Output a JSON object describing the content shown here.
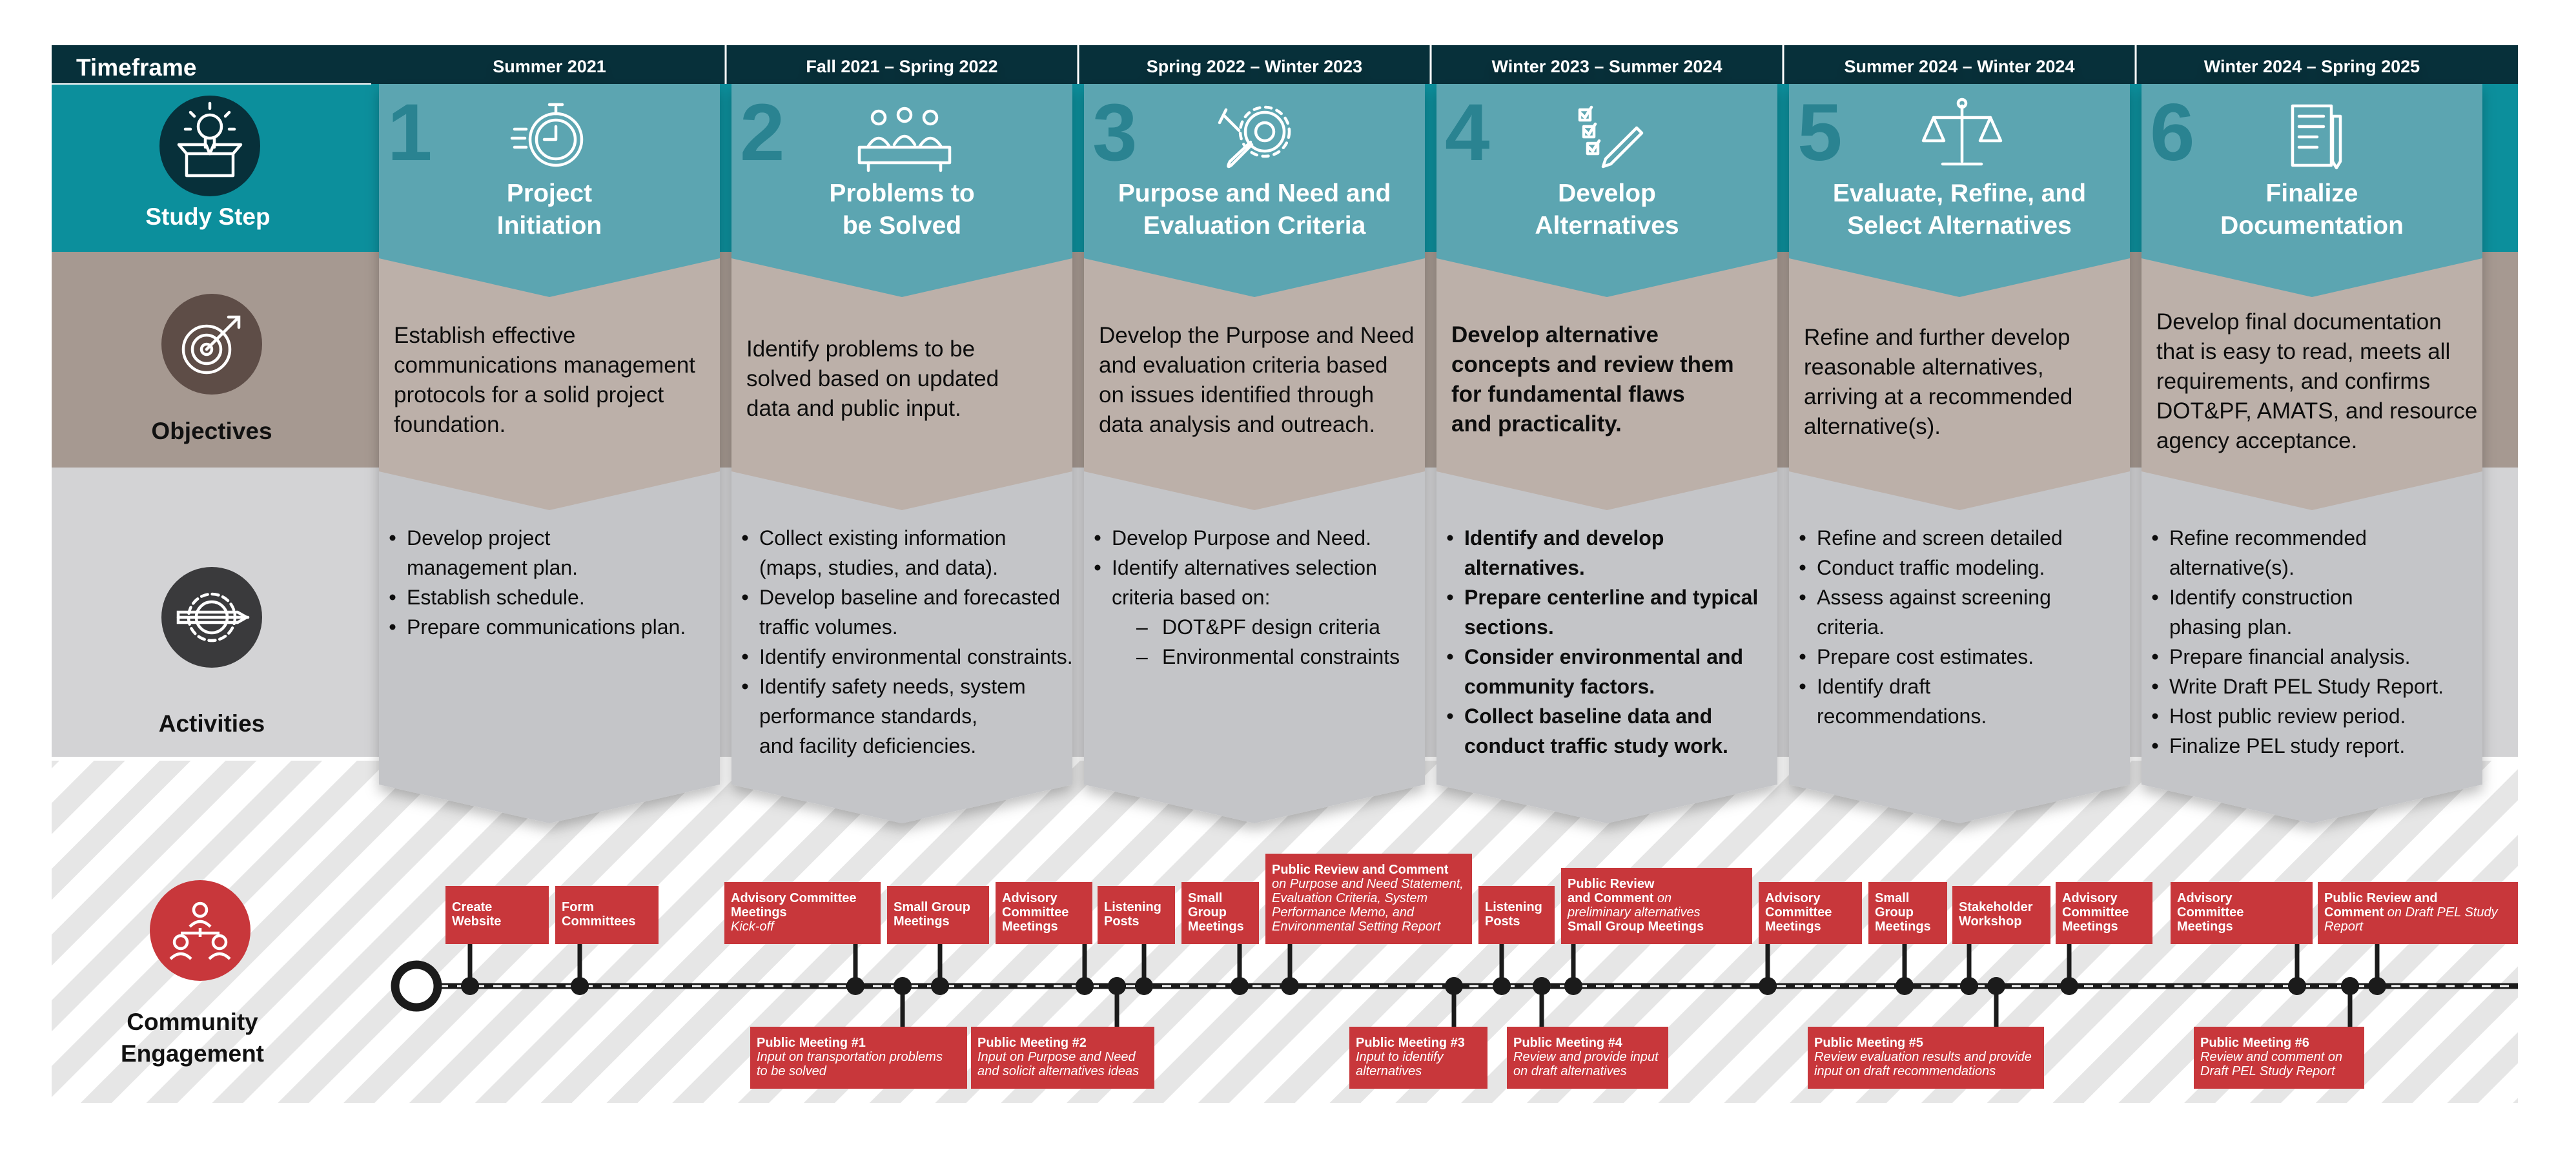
{
  "colors": {
    "header_dark": "#07303a",
    "teal_band": "#0c8f9c",
    "step_panel": "#5ba5b1",
    "step_numeral": "#2c8391",
    "taupe_band": "#a69991",
    "objective_panel": "#bcb0a9",
    "grey_band": "#d3d3d5",
    "activity_panel": "#c4c5c8",
    "icon_dark_teal": "#07303a",
    "icon_brown": "#5e4d47",
    "icon_grey": "#3a3a3c",
    "engagement_red": "#c8373b",
    "timeline_black": "#1b1b1b"
  },
  "row_headers": {
    "timeframe": "Timeframe",
    "study_step": "Study Step",
    "objectives": "Objectives",
    "activities": "Activities",
    "community_line1": "Community",
    "community_line2": "Engagement"
  },
  "row_icons": {
    "study_step": "lightbulb-box-icon",
    "objectives": "target-arrow-icon",
    "activities": "gear-pencil-icon",
    "community": "people-network-icon"
  },
  "steps": [
    {
      "timeframe": "Summer 2021",
      "number": "1",
      "title_lines": [
        "Project",
        "Initiation"
      ],
      "icon": "stopwatch-icon",
      "objective_lines": [
        "Establish effective",
        "communications management",
        "protocols for a solid project",
        "foundation."
      ],
      "objective_bold": false,
      "activities": [
        {
          "bullet": true,
          "lines": [
            "Develop project",
            "management plan."
          ]
        },
        {
          "bullet": true,
          "lines": [
            "Establish schedule."
          ]
        },
        {
          "bullet": true,
          "lines": [
            "Prepare communications plan."
          ]
        }
      ],
      "activities_bold": false
    },
    {
      "timeframe": "Fall 2021 – Spring 2022",
      "number": "2",
      "title_lines": [
        "Problems to",
        "be Solved"
      ],
      "icon": "meeting-table-icon",
      "objective_lines": [
        "Identify problems to be",
        "solved based on updated",
        "data and public input."
      ],
      "objective_bold": false,
      "activities": [
        {
          "bullet": true,
          "lines": [
            "Collect existing information",
            "(maps, studies, and data)."
          ]
        },
        {
          "bullet": true,
          "lines": [
            "Develop baseline and forecasted",
            "traffic volumes."
          ]
        },
        {
          "bullet": true,
          "lines": [
            "Identify environmental constraints."
          ]
        },
        {
          "bullet": true,
          "lines": [
            "Identify safety needs, system",
            "performance standards,",
            "and facility deficiencies."
          ]
        }
      ],
      "activities_bold": false
    },
    {
      "timeframe": "Spring 2022 – Winter 2023",
      "number": "3",
      "title_lines": [
        "Purpose and Need and",
        "Evaluation Criteria"
      ],
      "icon": "wrench-gear-icon",
      "objective_lines": [
        "Develop the Purpose and Need",
        "and evaluation criteria based",
        "on issues identified through",
        "data analysis and outreach."
      ],
      "objective_bold": false,
      "activities": [
        {
          "bullet": true,
          "lines": [
            "Develop Purpose and Need."
          ]
        },
        {
          "bullet": true,
          "lines": [
            "Identify alternatives selection",
            "criteria based on:"
          ]
        },
        {
          "dash": true,
          "lines": [
            "DOT&PF design criteria"
          ]
        },
        {
          "dash": true,
          "lines": [
            "Environmental constraints"
          ]
        }
      ],
      "activities_bold": false
    },
    {
      "timeframe": "Winter 2023 – Summer 2024",
      "number": "4",
      "title_lines": [
        "Develop",
        "Alternatives"
      ],
      "icon": "checklist-pen-icon",
      "objective_lines": [
        "Develop alternative",
        "concepts and review them",
        "for fundamental flaws",
        "and practicality."
      ],
      "objective_bold": true,
      "activities": [
        {
          "bullet": true,
          "lines": [
            "Identify and develop",
            "alternatives."
          ]
        },
        {
          "bullet": true,
          "lines": [
            "Prepare centerline and typical",
            "sections."
          ]
        },
        {
          "bullet": true,
          "lines": [
            "Consider environmental and",
            "community factors."
          ]
        },
        {
          "bullet": true,
          "lines": [
            "Collect baseline data and",
            "conduct traffic study work."
          ]
        }
      ],
      "activities_bold": true
    },
    {
      "timeframe": "Summer 2024 – Winter 2024",
      "number": "5",
      "title_lines": [
        "Evaluate, Refine, and",
        "Select Alternatives"
      ],
      "icon": "balance-scale-icon",
      "objective_lines": [
        "Refine and further develop",
        "reasonable alternatives,",
        "arriving at a recommended",
        "alternative(s)."
      ],
      "objective_bold": false,
      "activities": [
        {
          "bullet": true,
          "lines": [
            "Refine and screen detailed"
          ]
        },
        {
          "bullet": true,
          "lines": [
            "Conduct traffic modeling."
          ]
        },
        {
          "bullet": true,
          "lines": [
            "Assess against screening",
            "criteria."
          ]
        },
        {
          "bullet": true,
          "lines": [
            "Prepare cost estimates."
          ]
        },
        {
          "bullet": true,
          "lines": [
            "Identify draft",
            "recommendations."
          ]
        }
      ],
      "activities_bold": false
    },
    {
      "timeframe": "Winter 2024 – Spring 2025",
      "number": "6",
      "title_lines": [
        "Finalize",
        "Documentation"
      ],
      "icon": "document-pen-icon",
      "objective_lines": [
        "Develop final documentation",
        "that is easy to read, meets all",
        "requirements, and confirms",
        "DOT&PF, AMATS, and resource",
        "agency acceptance."
      ],
      "objective_bold": false,
      "activities": [
        {
          "bullet": true,
          "lines": [
            "Refine recommended",
            "alternative(s)."
          ]
        },
        {
          "bullet": true,
          "lines": [
            "Identify construction",
            "phasing plan."
          ]
        },
        {
          "bullet": true,
          "lines": [
            "Prepare financial analysis."
          ]
        },
        {
          "bullet": true,
          "lines": [
            "Write Draft PEL Study Report."
          ]
        },
        {
          "bullet": true,
          "lines": [
            "Host public review period."
          ]
        },
        {
          "bullet": true,
          "lines": [
            "Finalize PEL study report."
          ]
        }
      ],
      "activities_bold": false
    }
  ],
  "events_above": [
    {
      "lines": [
        {
          "t": "Create",
          "b": true
        },
        {
          "t": "Website",
          "b": true
        }
      ]
    },
    {
      "lines": [
        {
          "t": "Form",
          "b": true
        },
        {
          "t": "Committees",
          "b": true
        }
      ]
    },
    {
      "lines": [
        {
          "t": "Advisory Committee",
          "b": true
        },
        {
          "t": "Meetings",
          "b": true
        },
        {
          "t": "Kick-off",
          "i": true
        }
      ]
    },
    {
      "lines": [
        {
          "t": "Small Group",
          "b": true
        },
        {
          "t": "Meetings",
          "b": true
        }
      ]
    },
    {
      "lines": [
        {
          "t": "Advisory",
          "b": true
        },
        {
          "t": "Committee",
          "b": true
        },
        {
          "t": "Meetings",
          "b": true
        }
      ]
    },
    {
      "lines": [
        {
          "t": "Listening",
          "b": true
        },
        {
          "t": "Posts",
          "b": true
        }
      ]
    },
    {
      "lines": [
        {
          "t": "Small",
          "b": true
        },
        {
          "t": "Group",
          "b": true
        },
        {
          "t": "Meetings",
          "b": true
        }
      ]
    },
    {
      "lines": [
        {
          "t": "Public Review and Comment",
          "b": true
        },
        {
          "t": "on Purpose and Need Statement,",
          "i": true
        },
        {
          "t": "Evaluation Criteria, System",
          "i": true
        },
        {
          "t": "Performance Memo, and",
          "i": true
        },
        {
          "t": "Environmental Setting Report",
          "i": true
        }
      ]
    },
    {
      "lines": [
        {
          "t": "Listening",
          "b": true
        },
        {
          "t": "Posts",
          "b": true
        }
      ]
    },
    {
      "lines": [
        {
          "t": "Public Review",
          "b": true
        },
        {
          "t": "and Comment",
          "b": true,
          "tail": " on"
        },
        {
          "t": "preliminary alternatives",
          "i": true
        },
        {
          "t": "Small Group Meetings",
          "b": true
        }
      ]
    },
    {
      "lines": [
        {
          "t": "Advisory",
          "b": true
        },
        {
          "t": "Committee",
          "b": true
        },
        {
          "t": "Meetings",
          "b": true
        }
      ]
    },
    {
      "lines": [
        {
          "t": "Small",
          "b": true
        },
        {
          "t": "Group",
          "b": true
        },
        {
          "t": "Meetings",
          "b": true
        }
      ]
    },
    {
      "lines": [
        {
          "t": "Stakeholder",
          "b": true
        },
        {
          "t": "Workshop",
          "b": true
        }
      ]
    },
    {
      "lines": [
        {
          "t": "Advisory",
          "b": true
        },
        {
          "t": "Committee",
          "b": true
        },
        {
          "t": "Meetings",
          "b": true
        }
      ]
    },
    {
      "lines": [
        {
          "t": "Advisory",
          "b": true
        },
        {
          "t": "Committee",
          "b": true
        },
        {
          "t": "Meetings",
          "b": true
        }
      ]
    },
    {
      "lines": [
        {
          "t": "Public Review and",
          "b": true
        },
        {
          "t": "Comment",
          "b": true,
          "tail": " on Draft PEL Study"
        },
        {
          "t": "Report",
          "i": true
        }
      ]
    }
  ],
  "events_below": [
    {
      "lines": [
        {
          "t": "Public Meeting #1",
          "b": true
        },
        {
          "t": "Input on transportation problems",
          "i": true
        },
        {
          "t": "to be solved",
          "i": true
        }
      ]
    },
    {
      "lines": [
        {
          "t": "Public Meeting #2",
          "b": true
        },
        {
          "t": "Input on Purpose and Need",
          "i": true
        },
        {
          "t": "and solicit alternatives ideas",
          "i": true
        }
      ]
    },
    {
      "lines": [
        {
          "t": "Public Meeting #3",
          "b": true
        },
        {
          "t": "Input to identify",
          "i": true
        },
        {
          "t": "alternatives",
          "i": true
        }
      ]
    },
    {
      "lines": [
        {
          "t": "Public Meeting #4",
          "b": true
        },
        {
          "t": "Review and provide input",
          "i": true
        },
        {
          "t": "on draft alternatives",
          "i": true
        }
      ]
    },
    {
      "lines": [
        {
          "t": "Public Meeting #5",
          "b": true
        },
        {
          "t": "Review evaluation results and provide",
          "i": true
        },
        {
          "t": "input on draft recommendations",
          "i": true
        }
      ]
    },
    {
      "lines": [
        {
          "t": "Public Meeting #6",
          "b": true
        },
        {
          "t": "Review and comment on",
          "i": true
        },
        {
          "t": "Draft PEL Study Report",
          "i": true
        }
      ]
    }
  ]
}
